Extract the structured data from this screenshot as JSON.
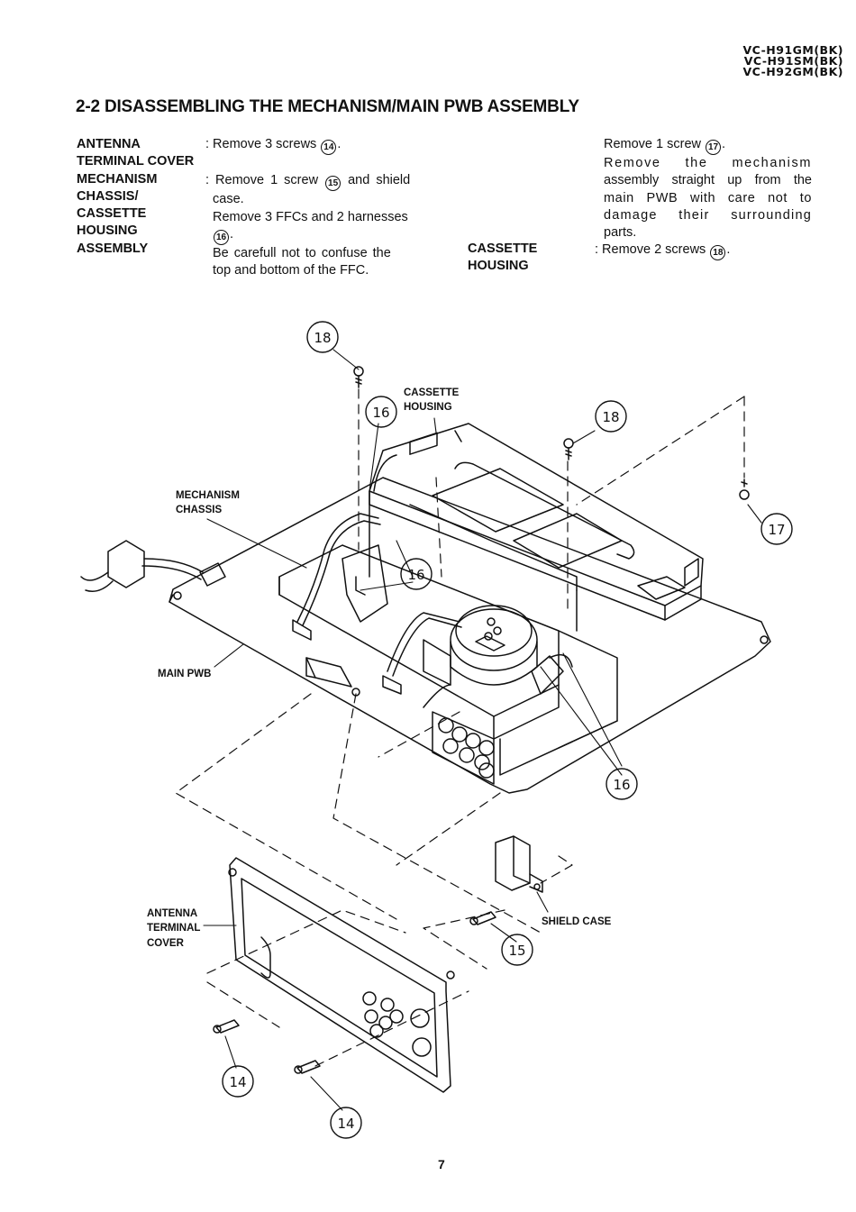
{
  "models": [
    "VC-H91GM(BK)",
    "VC-H91SM(BK)",
    "VC-H92GM(BK)"
  ],
  "title": "2-2 DISASSEMBLING THE MECHANISM/MAIN PWB ASSEMBLY",
  "col1": {
    "antenna_label_l1": "ANTENNA",
    "antenna_label_l2": "TERMINAL COVER",
    "antenna_text_pre": ": Remove 3 screws",
    "antenna_ref": "14",
    "antenna_text_post": ".",
    "mech_label_l1": "MECHANISM",
    "mech_label_l2": "CHASSIS/",
    "mech_label_l3": "CASSETTE",
    "mech_label_l4": "HOUSING",
    "mech_label_l5": "ASSEMBLY",
    "mech_l1_pre": ": Remove 1 screw",
    "mech_l1_ref": "15",
    "mech_l1_post": "and shield",
    "mech_l2": "case.",
    "mech_l3": "Remove 3 FFCs and 2 harnesses",
    "mech_l4_ref": "16",
    "mech_l4_post": ".",
    "mech_l5": "Be carefull not to confuse the",
    "mech_l6": "top and bottom of the FFC."
  },
  "col2": {
    "l1_pre": "Remove 1 screw",
    "l1_ref": "17",
    "l1_post": ".",
    "l2": "Remove the mechanism",
    "l3": "assembly straight up from the",
    "l4": "main PWB with care not to",
    "l5": "damage their surrounding",
    "l6": "parts.",
    "cassette_label_l1": "CASSETTE",
    "cassette_label_l2": "HOUSING",
    "cassette_pre": ": Remove 2 screws",
    "cassette_ref": "18",
    "cassette_post": "."
  },
  "diagram": {
    "labels": {
      "cassette_housing_l1": "CASSETTE",
      "cassette_housing_l2": "HOUSING",
      "mechanism_chassis_l1": "MECHANISM",
      "mechanism_chassis_l2": "CHASSIS",
      "main_pwb": "MAIN PWB",
      "antenna_cover_l1": "ANTENNA",
      "antenna_cover_l2": "TERMINAL",
      "antenna_cover_l3": "COVER",
      "shield_case": "SHIELD CASE"
    },
    "callouts": {
      "c18a": "18",
      "c18b": "18",
      "c16a": "16",
      "c16b": "16",
      "c16c": "16",
      "c17": "17",
      "c15": "15",
      "c14a": "14",
      "c14b": "14"
    }
  },
  "page_number": "7"
}
